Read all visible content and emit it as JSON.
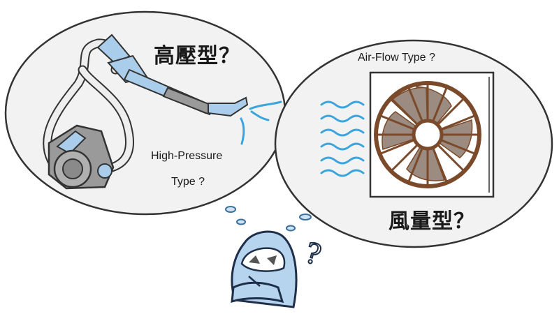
{
  "left_bubble": {
    "title": "高壓型？",
    "caption_line1": "High-Pressure",
    "caption_line2": "Type ?",
    "device_icon": "canister-vacuum-cleaner-icon"
  },
  "right_bubble": {
    "title": "風量型？",
    "caption": "Air-Flow Type ?",
    "device_icon": "box-fan-icon",
    "airflow_icon": "wind-waves-icon"
  },
  "character": {
    "icon": "worker-in-hazmat-suit-icon",
    "thought_mark": "?"
  },
  "colors": {
    "bubble_fill": "#f2f2f2",
    "bubble_stroke": "#333333",
    "vacuum_blue": "#a9cdea",
    "vacuum_gray": "#9a9a9a",
    "fan_brown": "#7a4a2b",
    "fan_blade": "#9b8b80",
    "wind_blue": "#3aa5dc",
    "suit_blue": "#b6d4ee"
  }
}
